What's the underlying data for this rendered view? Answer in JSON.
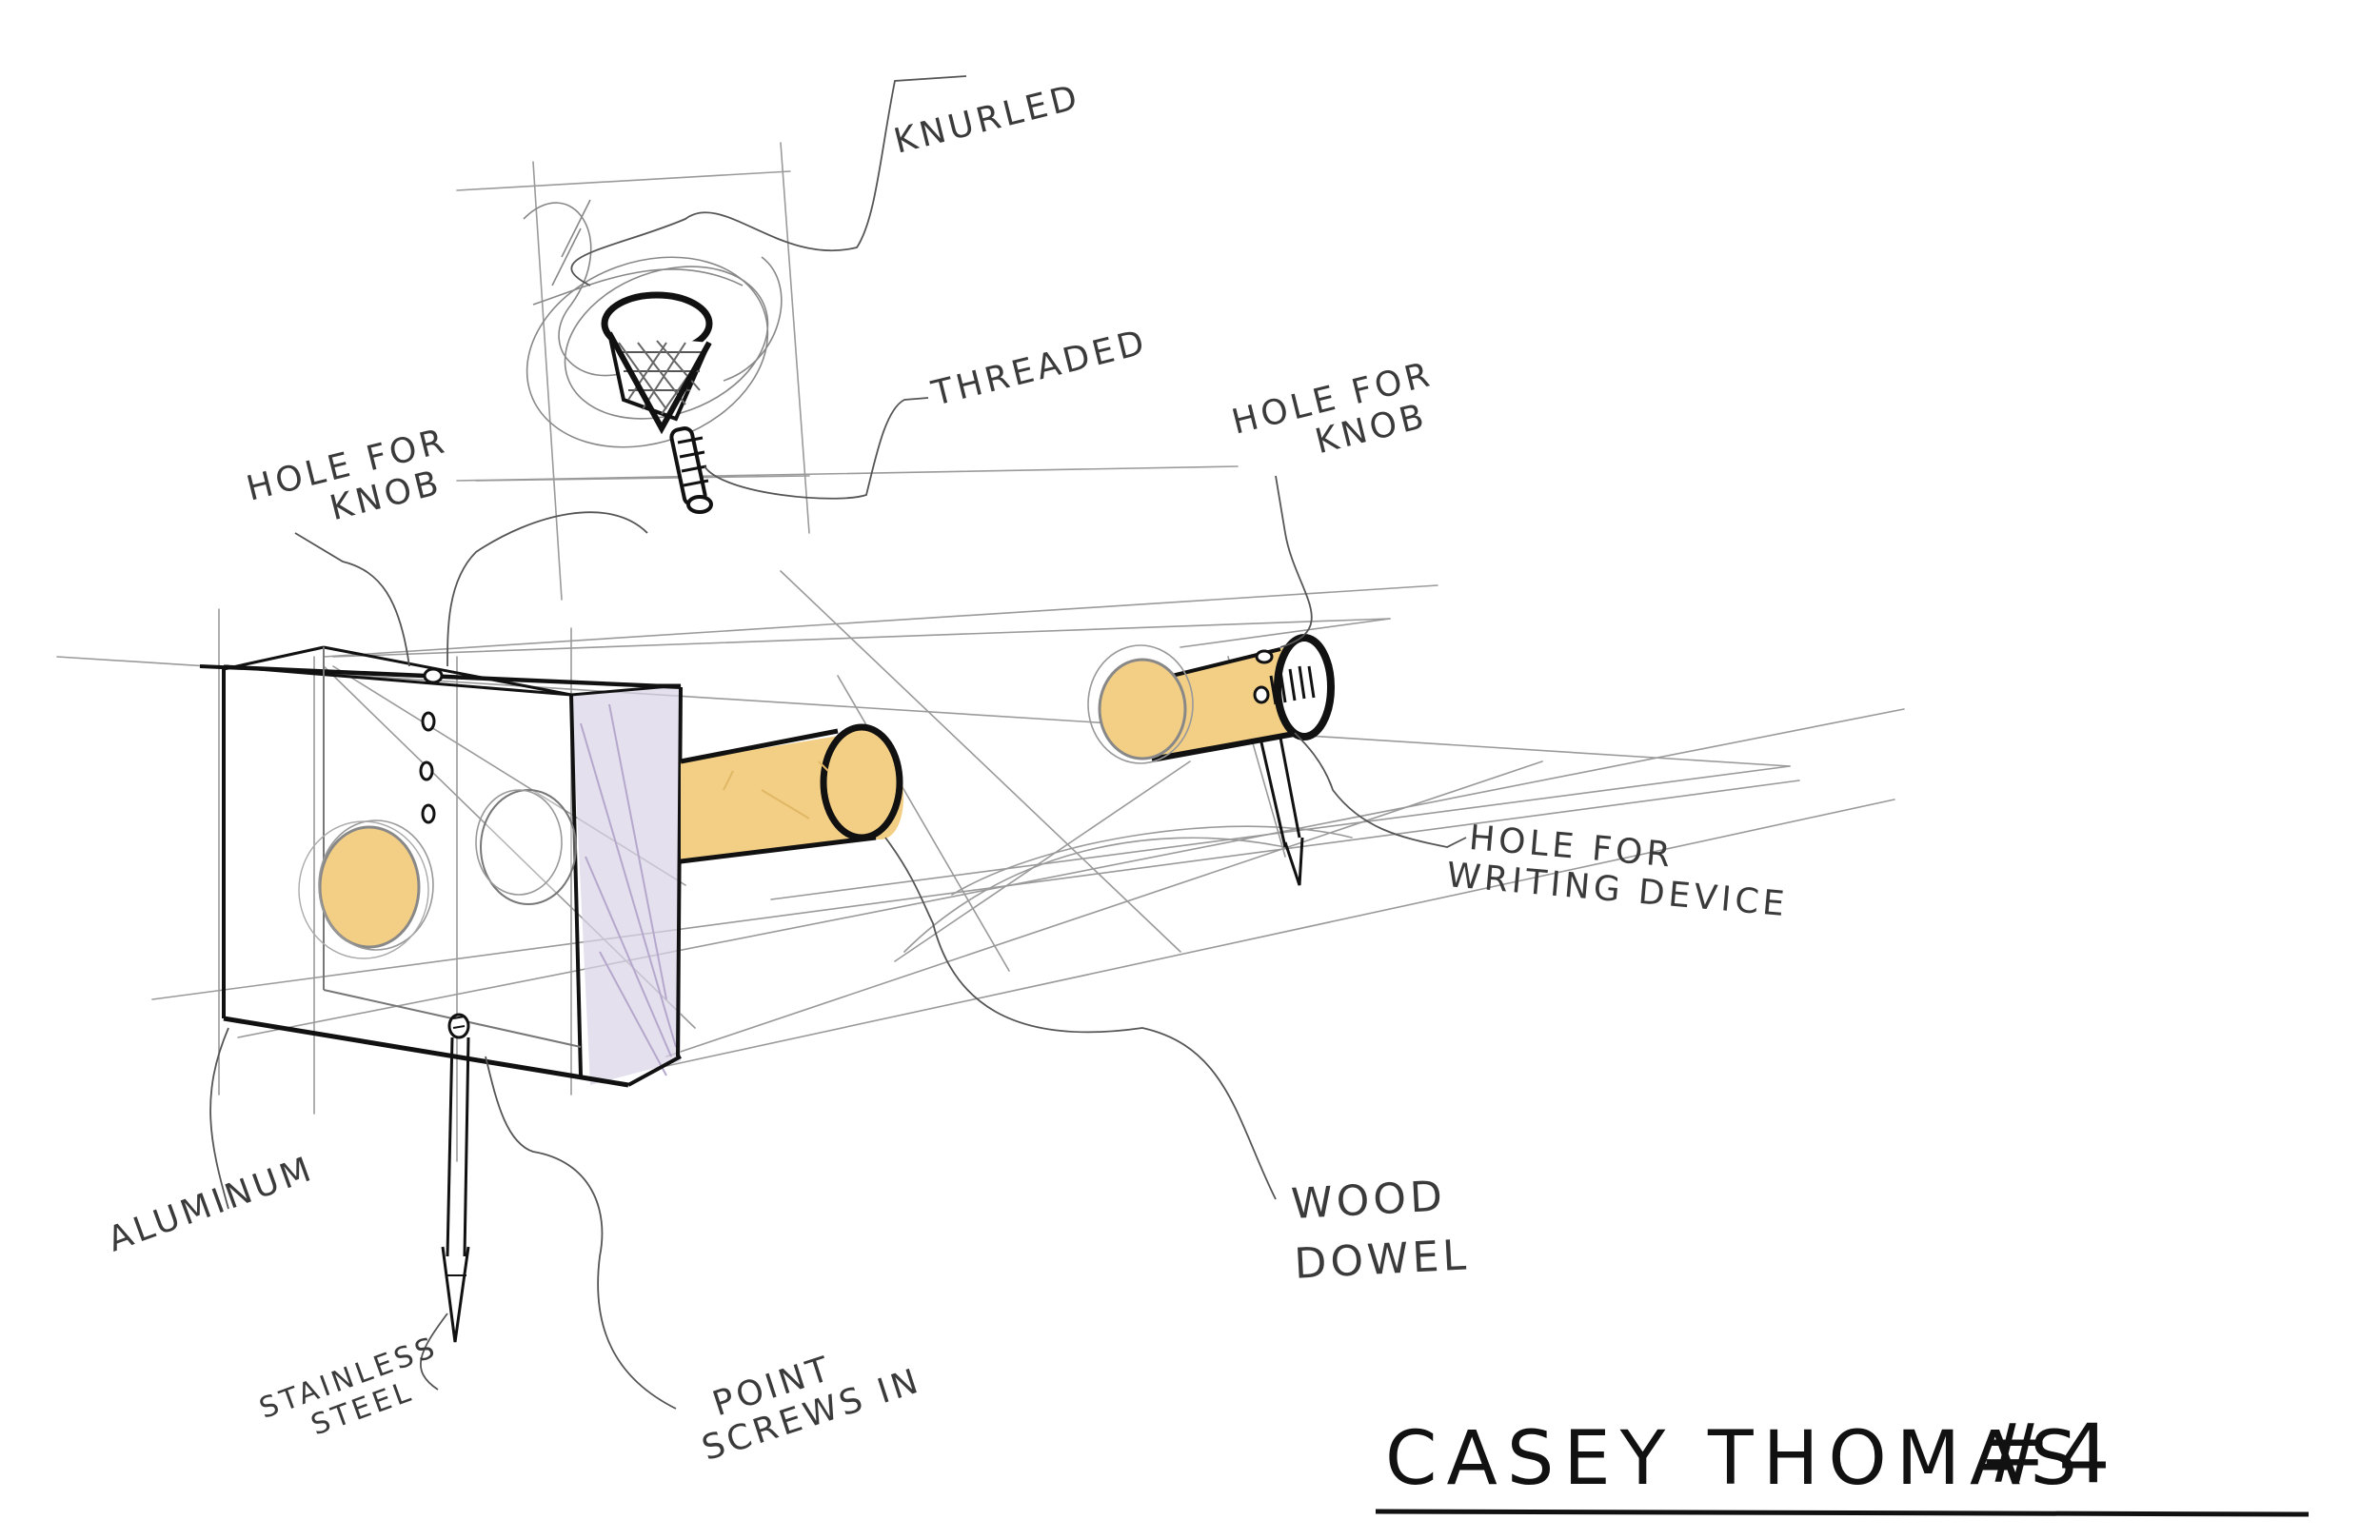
{
  "labels": {
    "knurled": "KNURLED",
    "threaded": "THREADED",
    "hole_for_knob_left": [
      "HOLE FOR",
      "KNOB"
    ],
    "hole_for_knob_right": [
      "HOLE FOR",
      "KNOB"
    ],
    "hole_for_writing_device": [
      "HOLE FOR",
      "WRITING DEVICE"
    ],
    "aluminum": "ALUMINUM",
    "stainless_steel": [
      "STAINLESS",
      "STEEL"
    ],
    "point_screws_in": [
      "POINT",
      "SCREWS IN"
    ],
    "wood_dowel": [
      "WOOD",
      "DOWEL"
    ]
  },
  "signature": {
    "name": "CASEY THOMAS",
    "number": "#4"
  },
  "colors": {
    "ink": "#111111",
    "pencil": "#8a8a8a",
    "wood": "#f3cf86",
    "wood_edge": "#d9ad5a",
    "marker_shade": "#b9aec9"
  }
}
